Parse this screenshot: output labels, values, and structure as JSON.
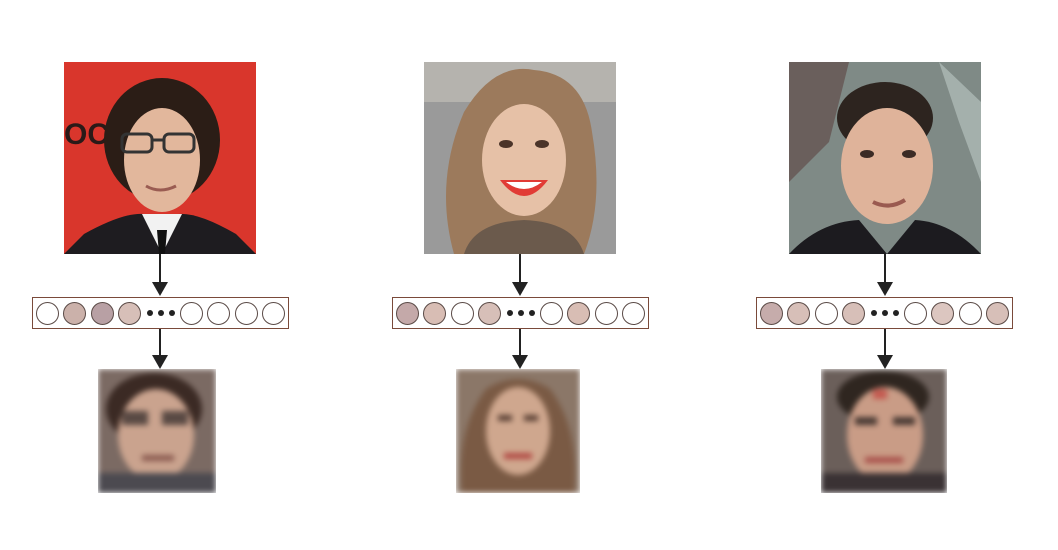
{
  "panels": [
    {
      "id": "person-1",
      "background_color": "#d9362c",
      "hair_color": "#2b1d16",
      "skin_color": "#e2b79c",
      "clothing_color": "#1e1c20",
      "embedding_cells": [
        "#ffffff",
        "#cbb1aa",
        "#b8a0a4",
        "#d7bfb8",
        "#ffffff",
        "#ffffff",
        "#ffffff",
        "#ffffff"
      ],
      "recon_background": "#7b6a63"
    },
    {
      "id": "person-2",
      "background_color": "#9a9a9a",
      "hair_color": "#9c7a5c",
      "skin_color": "#e6c1a7",
      "clothing_color": "#6b5a4c",
      "embedding_cells": [
        "#c4a9a9",
        "#d8bdb4",
        "#ffffff",
        "#d7bfb8",
        "#ffffff",
        "#d8bdb4",
        "#ffffff",
        "#ffffff"
      ],
      "recon_background": "#8b7768"
    },
    {
      "id": "person-3",
      "background_color": "#7f8a86",
      "hair_color": "#2d241f",
      "skin_color": "#dfb39a",
      "clothing_color": "#1c1b1f",
      "embedding_cells": [
        "#c6acab",
        "#d7bfb8",
        "#ffffff",
        "#d7bfb8",
        "#ffffff",
        "#dcc6c0",
        "#ffffff",
        "#d7bfb8"
      ],
      "recon_background": "#6b5f5a"
    }
  ]
}
